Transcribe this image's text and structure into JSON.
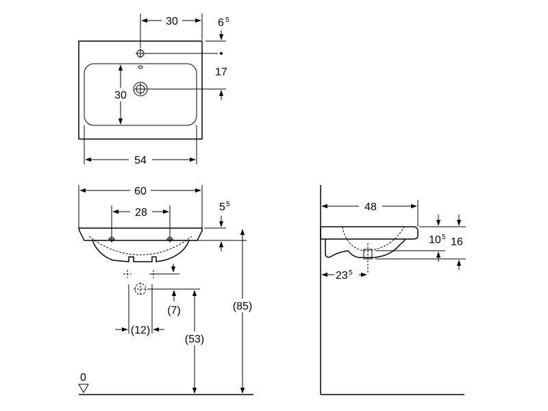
{
  "top_view": {
    "dim_tap_offset": "30",
    "dim_top_edge_main": "6",
    "dim_top_edge_sup": "5",
    "dim_tap_to_drain": "17",
    "dim_bowl_depth": "30",
    "dim_bowl_width": "54"
  },
  "front_view": {
    "dim_overall_width": "60",
    "dim_fixing_spacing": "28",
    "dim_rim_main": "5",
    "dim_rim_sup": "5",
    "dim_trap_offset": "(7)",
    "dim_waste_spacing": "(12)",
    "dim_waste_height": "(53)",
    "dim_total_height": "(85)",
    "floor_label": "0"
  },
  "side_view": {
    "dim_depth": "48",
    "dim_rim_main": "10",
    "dim_rim_sup": "5",
    "dim_total_thickness": "16",
    "dim_waste_main": "23",
    "dim_waste_sup": "5"
  }
}
